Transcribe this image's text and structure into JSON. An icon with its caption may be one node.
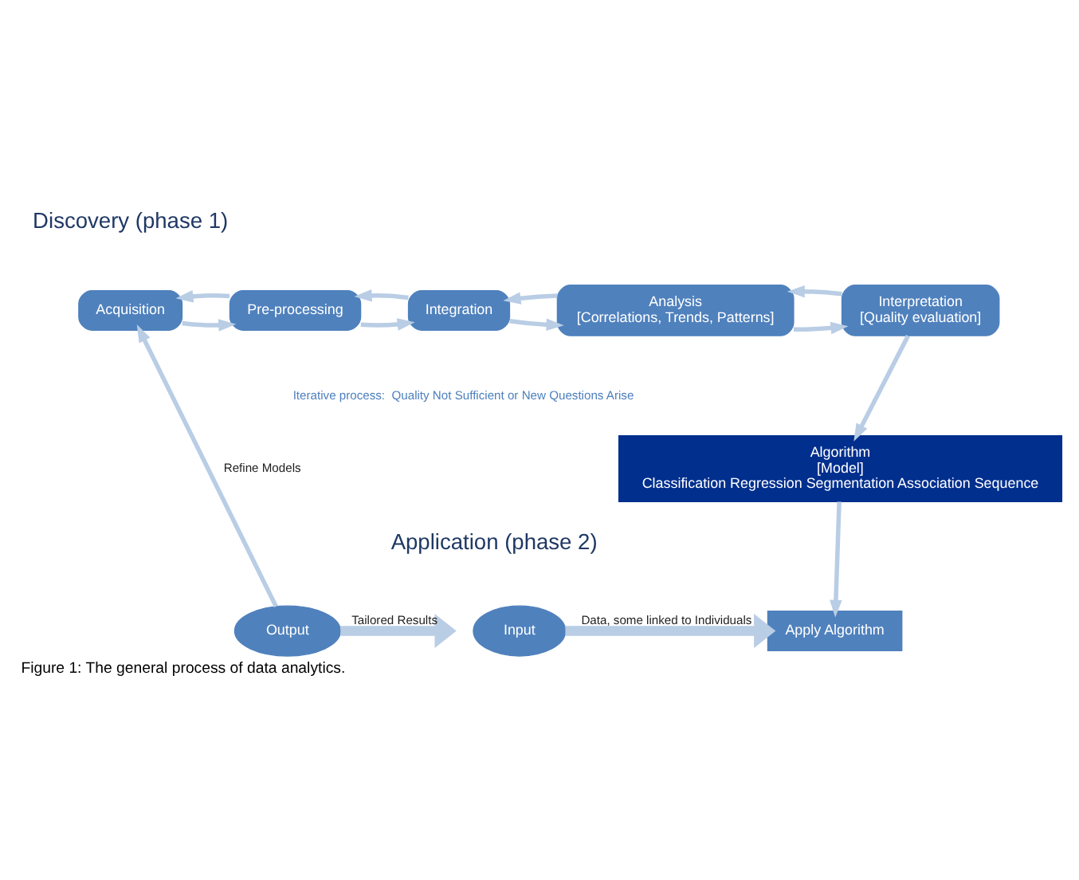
{
  "diagram": {
    "caption": "Figure 1: The general process of data analytics.",
    "nodes": [
      {
        "text": [
          "Acquisition"
        ]
      },
      {
        "text": [
          "Pre-processing"
        ]
      },
      {
        "text": [
          "Integration"
        ]
      },
      {
        "text": [
          "Analysis",
          "[Correlations, Trends, Patterns]"
        ]
      },
      {
        "text": [
          "Interpretation",
          "[Quality evaluation]"
        ]
      },
      {
        "text": [
          "Algorithm",
          "[Model]",
          "Classification Regression Segmentation Association Sequence"
        ]
      },
      {
        "text": [
          "Input"
        ]
      },
      {
        "text": [
          "Apply Algorithm"
        ]
      },
      {
        "text": [
          "Output"
        ]
      }
    ],
    "edges": [
      {
        "from": 0,
        "to": 1,
        "arrow": "to"
      },
      {
        "from": 1,
        "to": 2,
        "arrow": "to"
      },
      {
        "from": 2,
        "to": 3,
        "arrow": "to"
      },
      {
        "from": 3,
        "to": 4,
        "arrow": "to"
      },
      {
        "from": 4,
        "to": 5,
        "arrow": "to"
      },
      {
        "from": 1,
        "to": 0,
        "arrow": "to"
      },
      {
        "from": 2,
        "to": 1,
        "arrow": "to"
      },
      {
        "from": 3,
        "to": 2,
        "arrow": "to"
      },
      {
        "from": 4,
        "to": 3,
        "arrow": "to"
      },
      {
        "from": 5,
        "to": 7,
        "arrow": "to"
      },
      {
        "from": 6,
        "to": 7,
        "arrow": "to",
        "label": "Data, some linked to Individuals",
        "style": "thick"
      },
      {
        "from": 8,
        "to": null,
        "arrow": "to",
        "label": "Tailored Results",
        "style": "thick"
      },
      {
        "from": 8,
        "to": 0,
        "arrow": "to",
        "label": "Refine Models"
      }
    ],
    "labels": [
      "Discovery (phase 1)",
      "Iterative process:  Quality Not Sufficient or New Questions Arise",
      "Application (phase 2)"
    ]
  }
}
